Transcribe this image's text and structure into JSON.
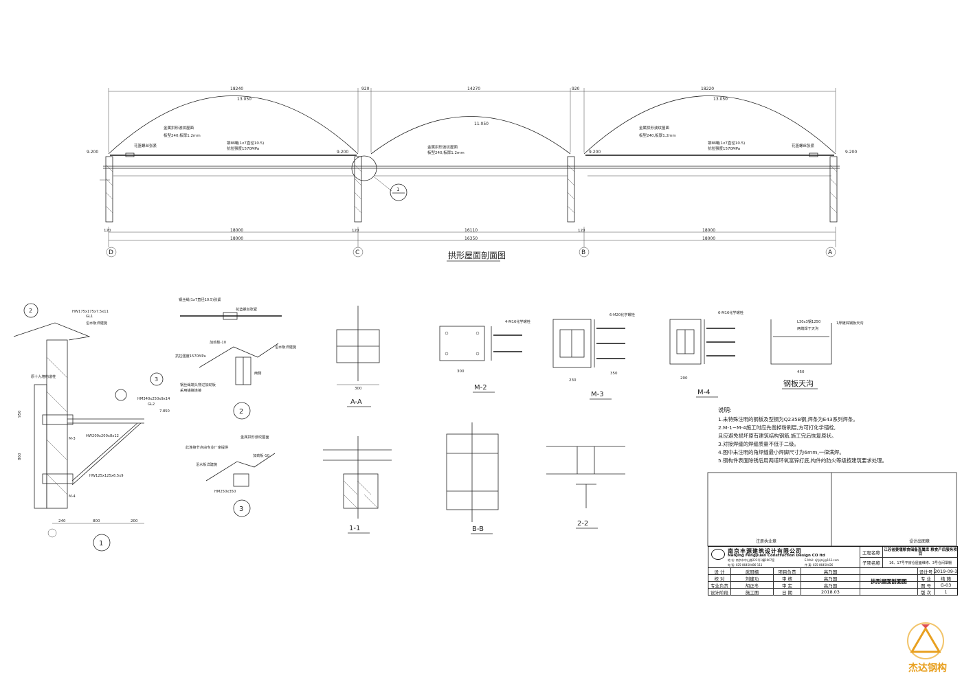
{
  "main_section": {
    "title": "拱形屋面剖面图",
    "top_dims": [
      "18240",
      "920",
      "14270",
      "920",
      "18220"
    ],
    "bottom_dims_1": [
      "120",
      "18000",
      "120",
      "16110",
      "120",
      "18000"
    ],
    "bottom_dims_2": [
      "18000",
      "16350",
      "18000"
    ],
    "axes": [
      "D",
      "C",
      "B",
      "A"
    ],
    "elevations": {
      "arch1": "13.050",
      "arch2": "11.050",
      "arch3": "13.050",
      "eaves": "9.200"
    },
    "notes": {
      "roof": "金属拱形波纹屋面",
      "plate": "板型240,板厚1.2mm",
      "cable": "钢丝绳(1x7直径10.5)",
      "strength": "抗拉强度1570MPa",
      "turnbuckle": "花篮螺丝张紧"
    },
    "detail_mark": "1"
  },
  "details": {
    "d1_title": "1",
    "d2_title": "2",
    "d3_title": "3",
    "aa_title": "A-A",
    "m2_title": "M-2",
    "m3_title": "M-3",
    "m4_title": "M-4",
    "gutter_title": "钢板天沟",
    "s11_title": "1-1",
    "bb_title": "B-B",
    "s22_title": "2-2",
    "d1_labels": [
      "HW175x175x7.5x11",
      "GL1",
      "沿水板详建施",
      "原十九墙构造柱",
      "HM340x250x9x14",
      "GL2",
      "7.850",
      "M-3",
      "HW200x200x8x12",
      "HW125x125x6.5x9",
      "M-4",
      "240",
      "800",
      "200",
      "950",
      "860"
    ],
    "d2_labels": [
      "钢丝绳(1x7直径10.5)张紧",
      "花篮螺丝张紧",
      "抗拉强度1570MPa",
      "加劲板-10",
      "沿水板详建施",
      "钢丝绳端头穿过加劲板",
      "采用锚接连接",
      "两侧"
    ],
    "d3_labels": [
      "金属拱形波纹屋面",
      "此连接节点由专业厂家提供",
      "加劲板-10",
      "沿水板详建施",
      "HM250x350"
    ],
    "m_labels": [
      "4-M16化学螺栓",
      "6-M20化学螺栓",
      "6-M16化学螺栓",
      "L30x3钢1250",
      "两端焊于天沟",
      "1厚镀锌钢板天沟",
      "450",
      "300",
      "200",
      "230",
      "350"
    ]
  },
  "notes_block": {
    "heading": "说明:",
    "lines": [
      "1.未特殊注明的钢板及型钢为Q235B钢,焊条为E43系列焊条。",
      "2.M-1~M-4施工时应先凿掉粉刷层,方可打化学锚栓,",
      "  且应避免损坏原有建筑结构钢筋,施工完后恢复原状。",
      "3.对接焊缝的焊缝质量不低于二级。",
      "4.图中未注明的角焊缝最小焊脚尺寸为6mm,一律满焊。",
      "5.钢构件表面除锈后用两道环氧富锌打底,构件的防火等级按建筑要求处理。"
    ]
  },
  "title_block": {
    "stamp_left": "注册执业章",
    "stamp_right": "设计出图章",
    "company_cn": "南京丰源建筑设计有限公司",
    "company_en": "Nanjing Fengyuan Construction Design CO ltd",
    "address": "地 址: 南京市中山路222号1幢1907室",
    "email": "E-Mail: njfyjzsj@163.com",
    "phone": "电 话: 025-86450486-111",
    "fax": "传 真: 025-86450426",
    "project_label": "工程名称",
    "project_value": "江苏省姜堰粮食储备直属库 粮食产后服务项目",
    "subitem_label": "子项名称",
    "subitem_value": "16、17号平房仓屋面维修、3号仓间罩棚",
    "rows": [
      [
        "设 计",
        "武冠楠",
        "项目负责",
        "高乃国"
      ],
      [
        "校 对",
        "刘建功",
        "审 核",
        "高乃国"
      ],
      [
        "专业负责",
        "胡正冬",
        "审 定",
        "高乃国"
      ],
      [
        "设计阶段",
        "施工图",
        "日 期",
        "2018.03"
      ]
    ],
    "drawing_name": "拱形屋面剖面图",
    "right_rows": [
      [
        "设计号",
        "2019-09-3"
      ],
      [
        "专 业",
        "结 施"
      ],
      [
        "图 号",
        "G-03"
      ],
      [
        "版 次",
        "1"
      ]
    ]
  },
  "watermark": {
    "text": "杰达钢构",
    "color": "#e8a020"
  }
}
